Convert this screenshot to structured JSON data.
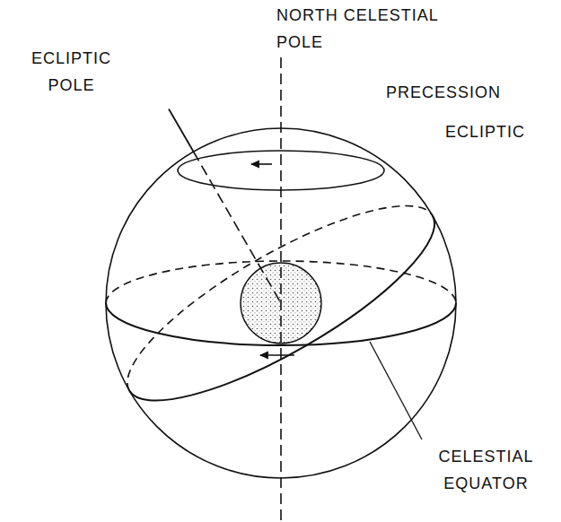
{
  "diagram": {
    "labels": [
      "NORTH CELESTIAL POLE",
      "ECLIPTIC POLE",
      "PRECESSION",
      "ECLIPTIC",
      "CELESTIAL EQUATOR"
    ]
  }
}
